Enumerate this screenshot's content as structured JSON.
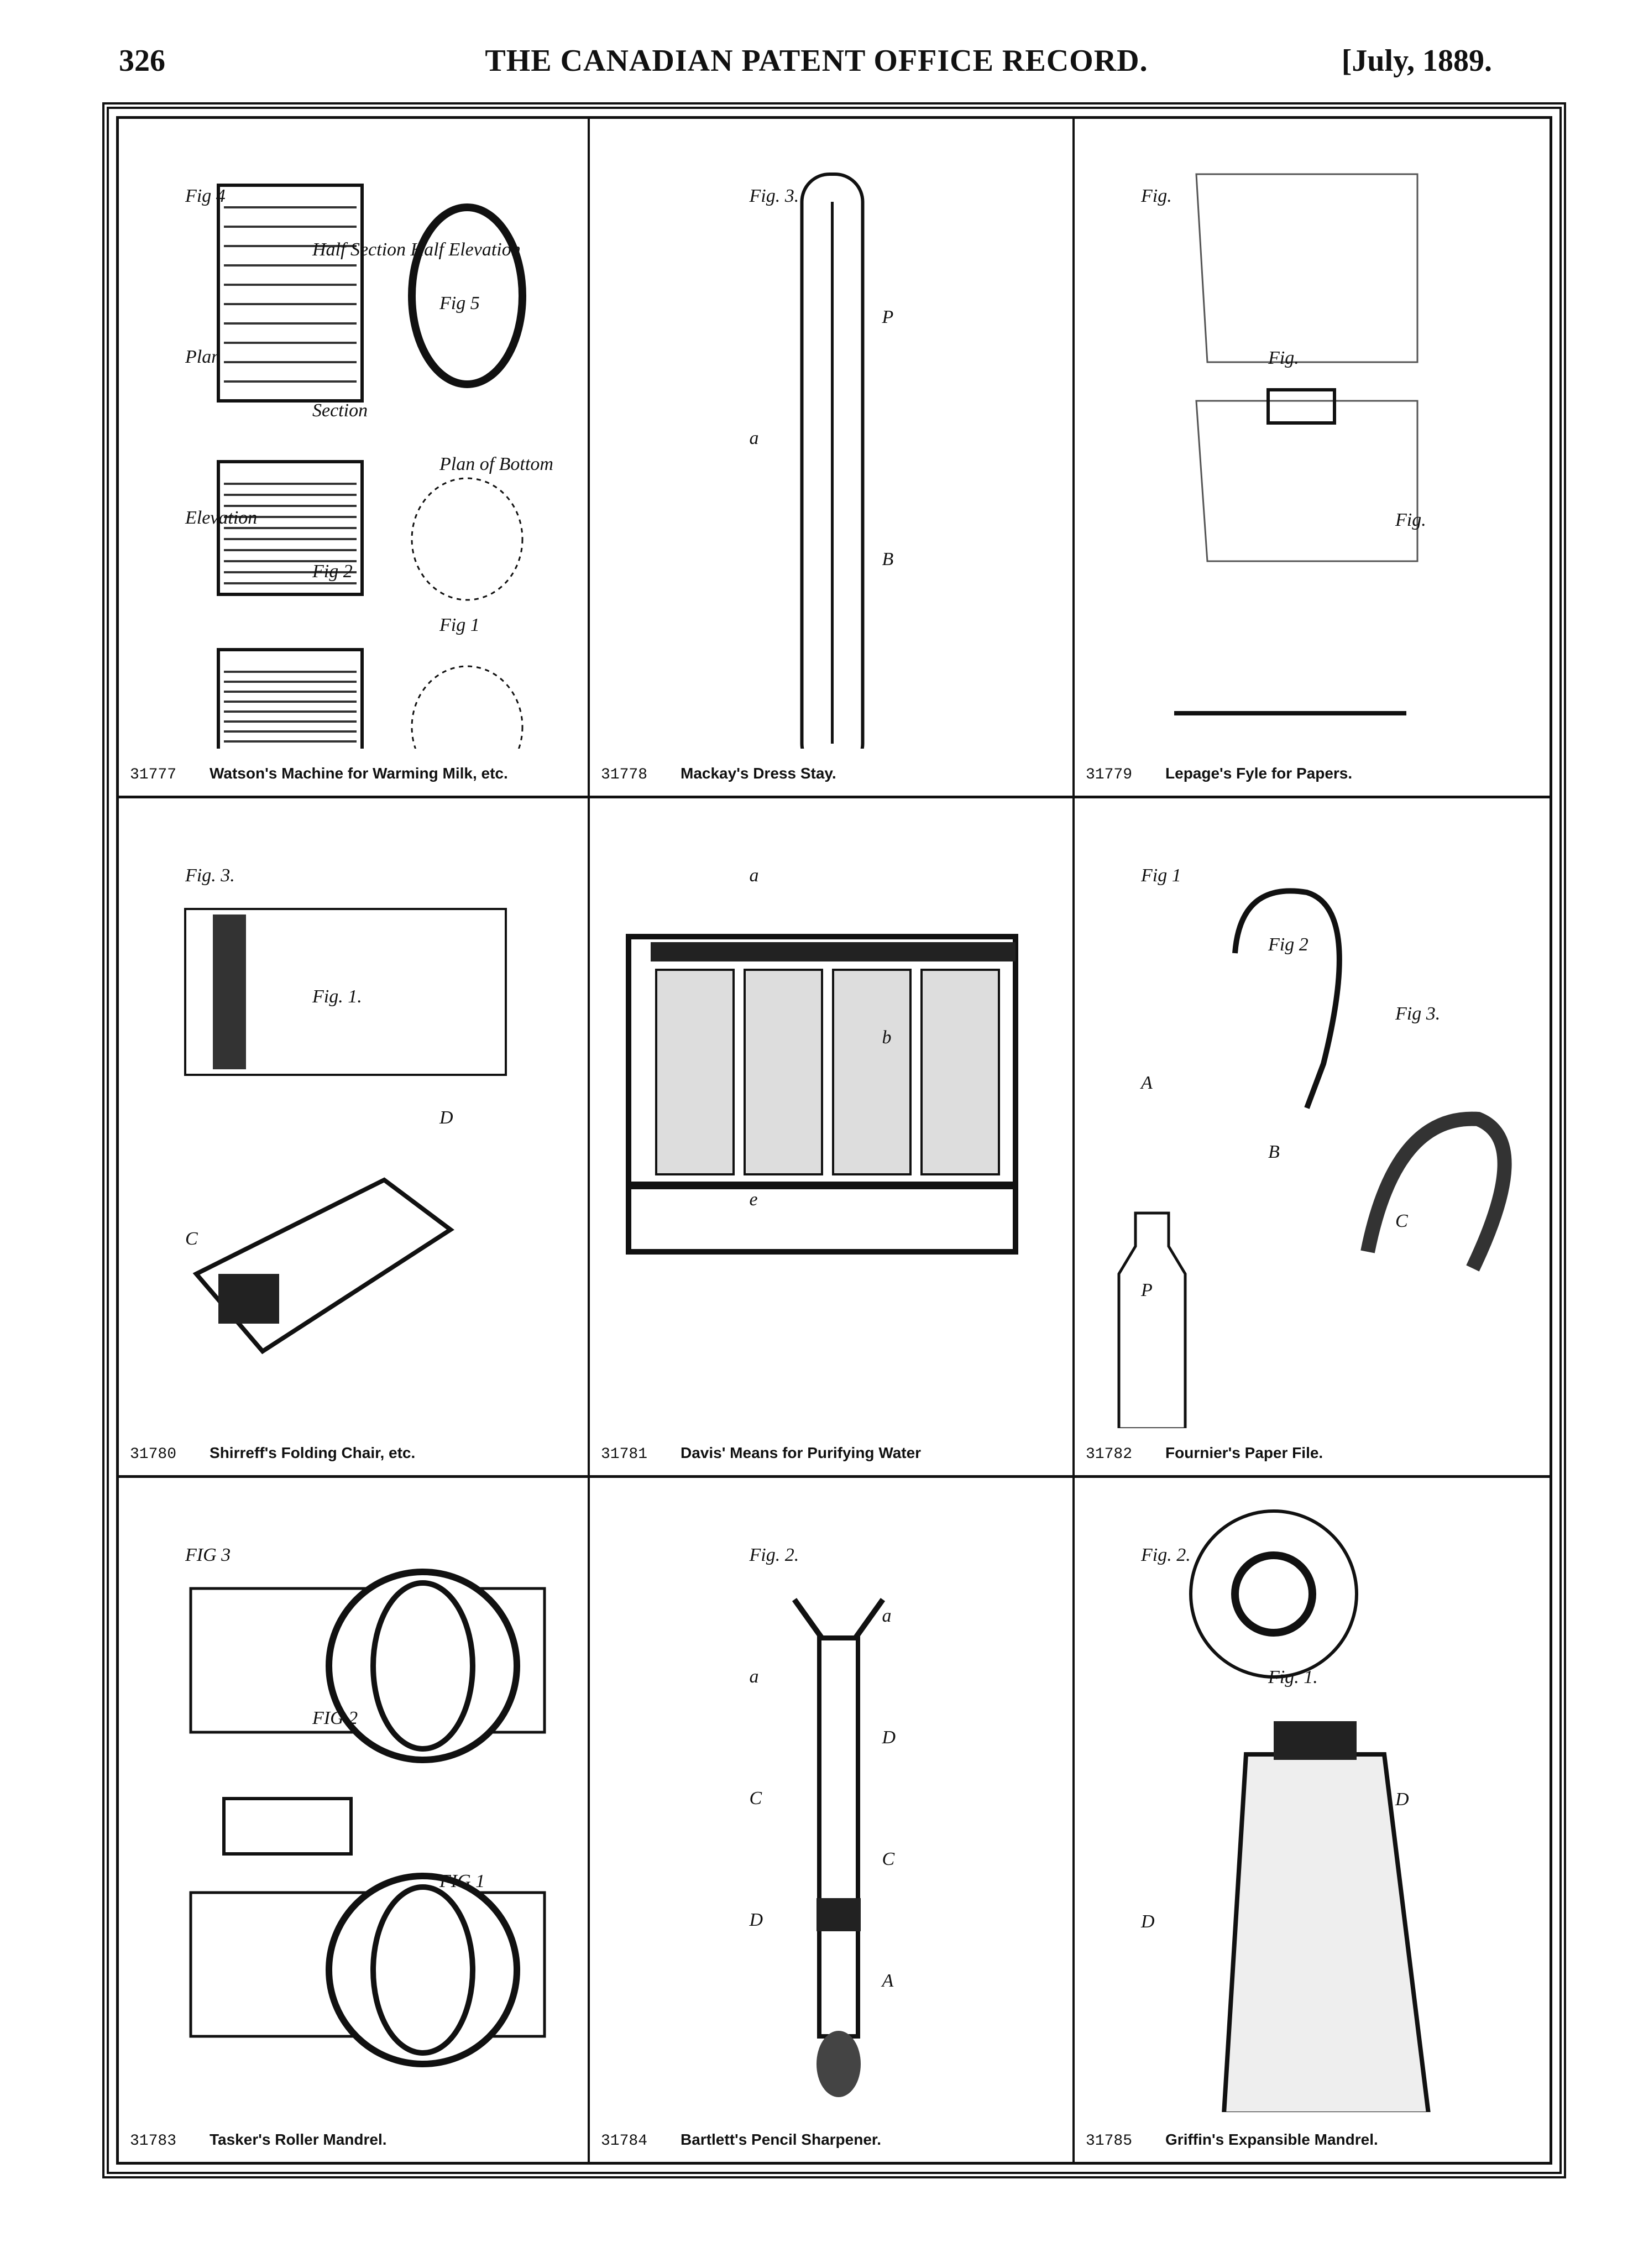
{
  "header": {
    "page_number": "326",
    "title": "THE CANADIAN PATENT OFFICE RECORD.",
    "date": "[July, 1889."
  },
  "patents": [
    {
      "number": "31777",
      "title": "Watson's Machine for Warming Milk, etc.",
      "labels": [
        "Fig 4",
        "Half Section Half Elevation",
        "Fig 5",
        "Plan",
        "Section",
        "Plan of Bottom",
        "Elevation",
        "Fig 2",
        "Fig 1"
      ]
    },
    {
      "number": "31778",
      "title": "Mackay's Dress Stay.",
      "labels": [
        "Fig. 3.",
        "P",
        "a",
        "B"
      ]
    },
    {
      "number": "31779",
      "title": "Lepage's Fyle for Papers.",
      "labels": [
        "Fig.",
        "Fig.",
        "Fig."
      ]
    },
    {
      "number": "31780",
      "title": "Shirreff's Folding Chair, etc.",
      "labels": [
        "Fig. 3.",
        "Fig. 1.",
        "D",
        "C"
      ]
    },
    {
      "number": "31781",
      "title": "Davis' Means for Purifying Water",
      "labels": [
        "a",
        "b",
        "e"
      ]
    },
    {
      "number": "31782",
      "title": "Fournier's Paper File.",
      "labels": [
        "Fig 1",
        "Fig 2",
        "Fig 3.",
        "A",
        "B",
        "C",
        "P"
      ]
    },
    {
      "number": "31783",
      "title": "Tasker's Roller Mandrel.",
      "labels": [
        "FIG 3",
        "FIG 2",
        "FIG 1"
      ]
    },
    {
      "number": "31784",
      "title": "Bartlett's Pencil Sharpener.",
      "labels": [
        "Fig. 2.",
        "a",
        "a",
        "D",
        "C",
        "C",
        "D",
        "A"
      ]
    },
    {
      "number": "31785",
      "title": "Griffin's Expansible Mandrel.",
      "labels": [
        "Fig. 2.",
        "Fig. 1.",
        "D",
        "D"
      ]
    }
  ]
}
